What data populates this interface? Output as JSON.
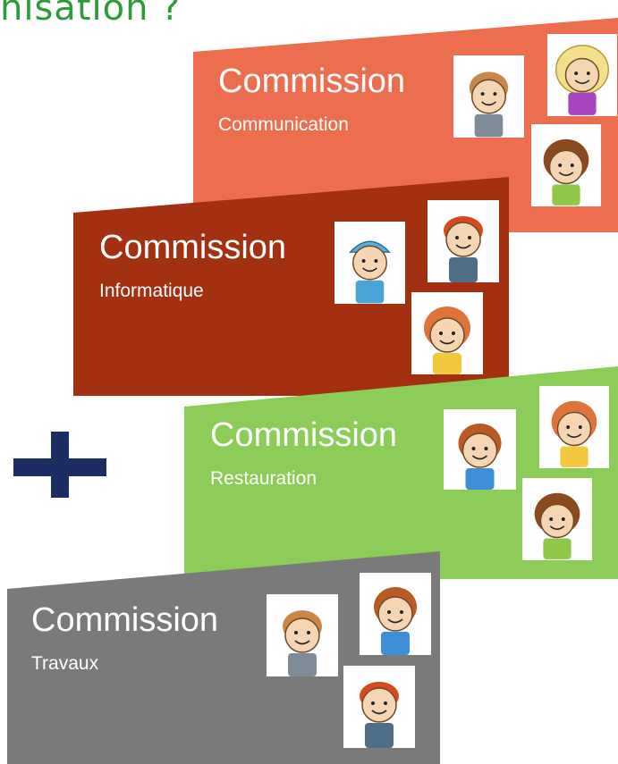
{
  "heading": "nisation ?",
  "commissions": [
    {
      "title": "Commission",
      "subtitle": "Communication",
      "color": "#ec6e4f"
    },
    {
      "title": "Commission",
      "subtitle": "Informatique",
      "color": "#a33010"
    },
    {
      "title": "Commission",
      "subtitle": "Restauration",
      "color": "#8ccc58"
    },
    {
      "title": "Commission",
      "subtitle": "Travaux",
      "color": "#7a7a7a"
    }
  ],
  "plus_color": "#1c2d63",
  "icons": [
    "child-icon"
  ]
}
